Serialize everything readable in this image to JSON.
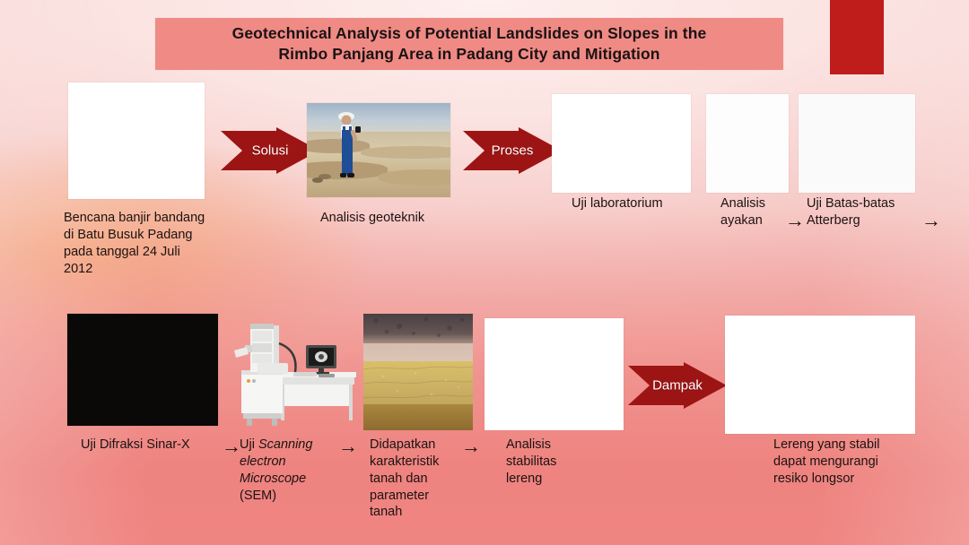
{
  "title": {
    "line1": "Geotechnical Analysis of Potential Landslides on Slopes in the",
    "line2": "Rimbo Panjang Area in Padang City and Mitigation",
    "banner_color": "#f08a85",
    "text_color": "#1a1313"
  },
  "decor": {
    "red_bar_color": "#bf1c1c",
    "background_top": "#fdf0ee",
    "background_bottom": "#ee7c78",
    "warm_accent": "#f6a361"
  },
  "arrows": {
    "solusi": "Solusi",
    "proses": "Proses",
    "dampak": "Dampak",
    "color": "#9d1414",
    "small_glyph": "→"
  },
  "row1": {
    "items": [
      {
        "name": "flood-disaster",
        "caption": "Bencana banjir bandang\ndi Batu Busuk Padang\npada tanggal 24 Juli\n2012",
        "image": "landslide-illustration"
      },
      {
        "name": "geotechnical-analysis",
        "caption": "Analisis geoteknik",
        "image": "field-survey-photo"
      },
      {
        "name": "laboratory-test",
        "caption": "Uji laboratorium",
        "image": "laboratory-illustration"
      },
      {
        "name": "sieve-analysis",
        "caption": "Analisis\nayakan",
        "image": "sieve-stack-photo"
      },
      {
        "name": "atterberg-limits",
        "caption": "Uji Batas-batas\nAtterberg",
        "image": "casagrande-cup-icon"
      }
    ]
  },
  "row2": {
    "items": [
      {
        "name": "xrd-test",
        "caption": "Uji Difraksi Sinar-X",
        "image": "xrd-pattern-photo"
      },
      {
        "name": "sem-test",
        "caption_parts": [
          {
            "text": "Uji ",
            "style": "normal"
          },
          {
            "text": "Scanning\nelectron\nMicroscope\n",
            "style": "italic"
          },
          {
            "text": "(SEM)",
            "style": "normal"
          }
        ],
        "image": "sem-machine-photo"
      },
      {
        "name": "soil-characteristics",
        "caption": "Didapatkan\nkarakteristik\ntanah dan\nparameter\ntanah",
        "image": "soil-profile-photo"
      },
      {
        "name": "slope-stability-analysis",
        "caption": "Analisis\nstabilitas\nlereng",
        "image": "inclined-plane-diagram"
      },
      {
        "name": "stable-slope-result",
        "caption": "Lereng yang stabil\ndapat mengurangi\nresiko longsor",
        "image": "stable-slope-illustration"
      }
    ]
  }
}
